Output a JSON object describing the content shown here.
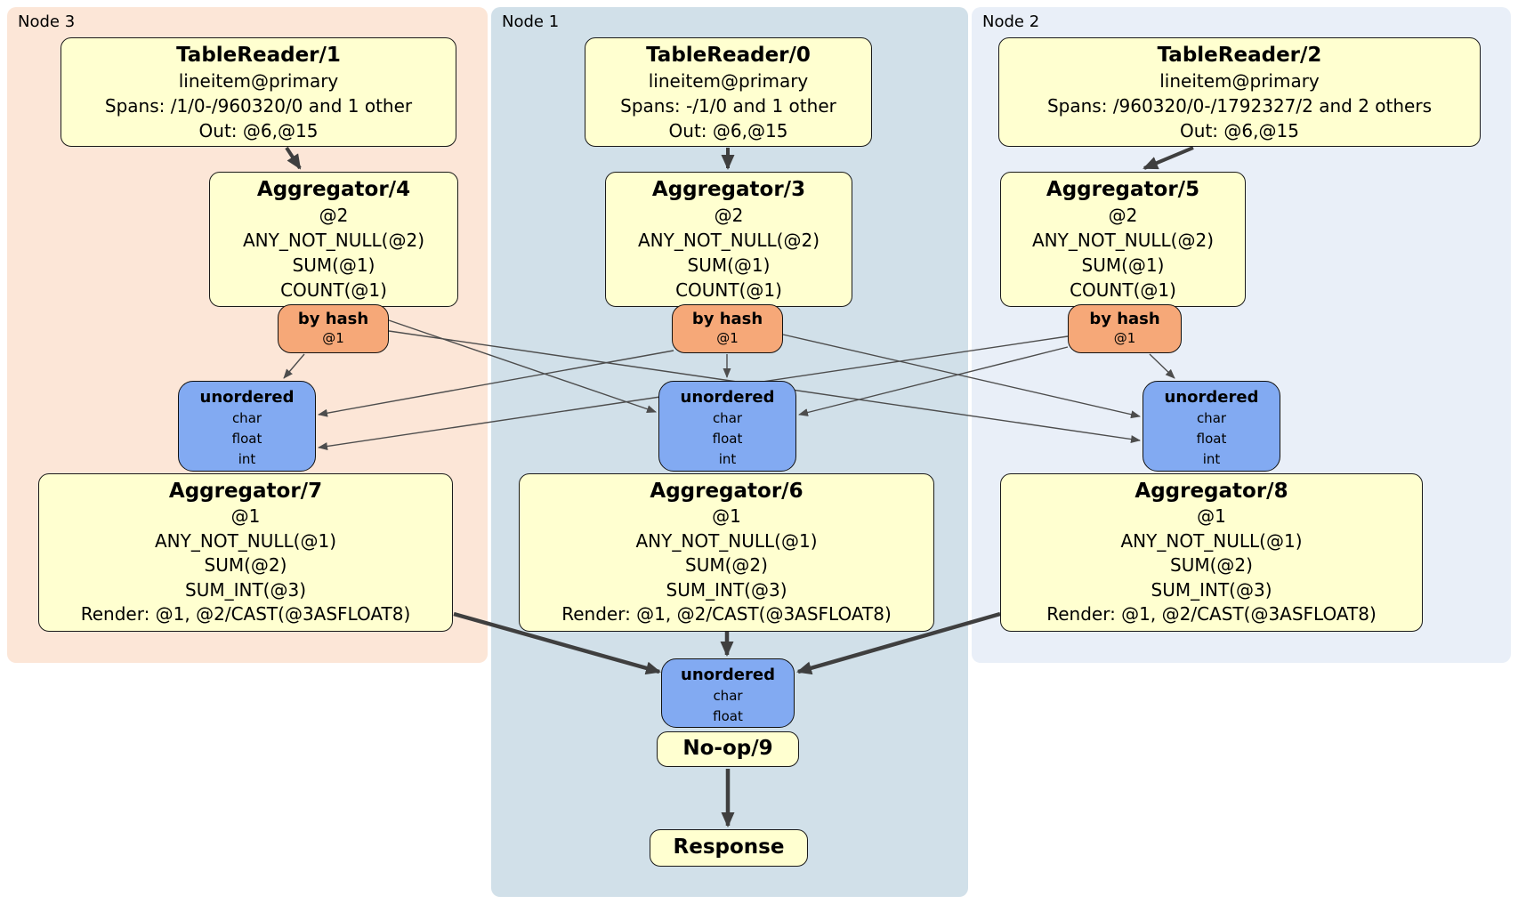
{
  "diagram": {
    "nodes": [
      {
        "label": "Node 3",
        "table_reader": {
          "title": "TableReader/1",
          "lines": [
            "lineitem@primary",
            "Spans: /1/0-/960320/0 and 1 other",
            "Out: @6,@15"
          ]
        },
        "agg_top": {
          "title": "Aggregator/4",
          "lines": [
            "@2",
            "ANY_NOT_NULL(@2)",
            "SUM(@1)",
            "COUNT(@1)"
          ]
        },
        "router": {
          "title": "by hash",
          "sub": "@1"
        },
        "sync": {
          "title": "unordered",
          "lines": [
            "char",
            "float",
            "int"
          ]
        },
        "agg_bottom": {
          "title": "Aggregator/7",
          "lines": [
            "@1",
            "ANY_NOT_NULL(@1)",
            "SUM(@2)",
            "SUM_INT(@3)",
            "Render: @1, @2/CAST(@3ASFLOAT8)"
          ]
        }
      },
      {
        "label": "Node 1",
        "table_reader": {
          "title": "TableReader/0",
          "lines": [
            "lineitem@primary",
            "Spans: -/1/0 and 1 other",
            "Out: @6,@15"
          ]
        },
        "agg_top": {
          "title": "Aggregator/3",
          "lines": [
            "@2",
            "ANY_NOT_NULL(@2)",
            "SUM(@1)",
            "COUNT(@1)"
          ]
        },
        "router": {
          "title": "by hash",
          "sub": "@1"
        },
        "sync": {
          "title": "unordered",
          "lines": [
            "char",
            "float",
            "int"
          ]
        },
        "agg_bottom": {
          "title": "Aggregator/6",
          "lines": [
            "@1",
            "ANY_NOT_NULL(@1)",
            "SUM(@2)",
            "SUM_INT(@3)",
            "Render: @1, @2/CAST(@3ASFLOAT8)"
          ]
        }
      },
      {
        "label": "Node 2",
        "table_reader": {
          "title": "TableReader/2",
          "lines": [
            "lineitem@primary",
            "Spans: /960320/0-/1792327/2 and 2 others",
            "Out: @6,@15"
          ]
        },
        "agg_top": {
          "title": "Aggregator/5",
          "lines": [
            "@2",
            "ANY_NOT_NULL(@2)",
            "SUM(@1)",
            "COUNT(@1)"
          ]
        },
        "router": {
          "title": "by hash",
          "sub": "@1"
        },
        "sync": {
          "title": "unordered",
          "lines": [
            "char",
            "float",
            "int"
          ]
        },
        "agg_bottom": {
          "title": "Aggregator/8",
          "lines": [
            "@1",
            "ANY_NOT_NULL(@1)",
            "SUM(@2)",
            "SUM_INT(@3)",
            "Render: @1, @2/CAST(@3ASFLOAT8)"
          ]
        }
      }
    ],
    "final": {
      "sync": {
        "title": "unordered",
        "lines": [
          "char",
          "float"
        ]
      },
      "noop_title": "No-op/9",
      "response_title": "Response"
    },
    "colors": {
      "node3_bg": "#fce6d7",
      "node1_bg": "#d1e0e9",
      "node2_bg": "#e9eff8",
      "processor_bg": "#ffffd0",
      "router_bg": "#f6a878",
      "sync_bg": "#82aaf2",
      "edge_thin": "#4d4d4d",
      "edge_thick": "#3f3f3f"
    }
  }
}
